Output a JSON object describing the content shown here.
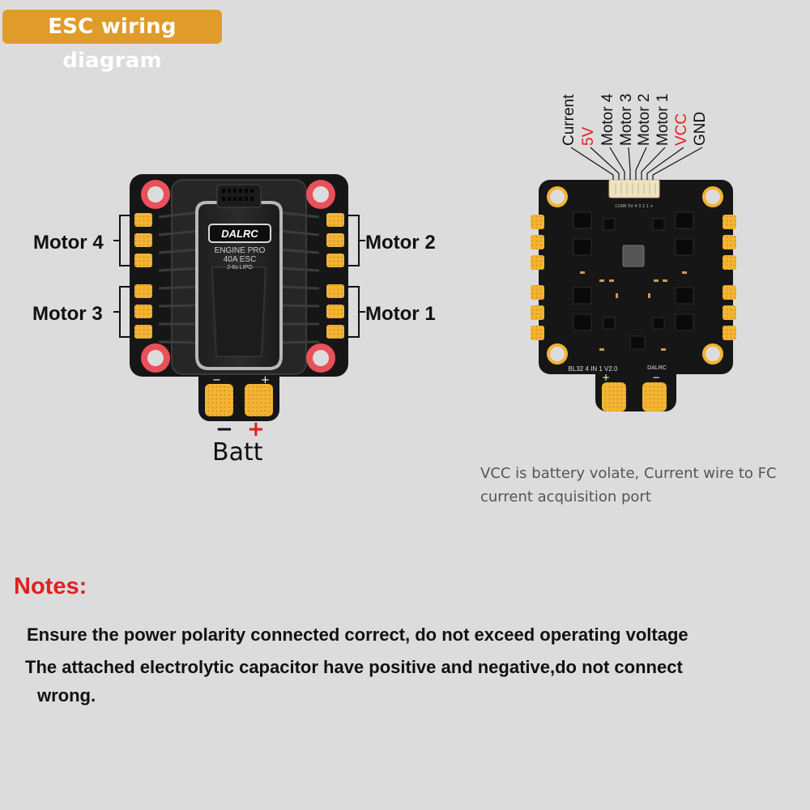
{
  "header": {
    "title": "ESC wiring diagram"
  },
  "esc_left": {
    "motor_labels": {
      "motor4": "Motor 4",
      "motor2": "Motor 2",
      "motor3": "Motor 3",
      "motor1": "Motor 1"
    },
    "logo": "DALRC",
    "product_line1": "ENGINE PRO",
    "product_line2": "40A ESC",
    "product_line3": "2-6s LIPO",
    "pad_minus": "−",
    "pad_plus": "+",
    "minus_symbol": "−",
    "plus_symbol": "+",
    "batt_label": "Batt"
  },
  "esc_right": {
    "pins": [
      {
        "label": "Current",
        "color": "#111111"
      },
      {
        "label": "5V",
        "color": "#e02020"
      },
      {
        "label": "Motor 4",
        "color": "#111111"
      },
      {
        "label": "Motor 3",
        "color": "#111111"
      },
      {
        "label": "Motor 2",
        "color": "#111111"
      },
      {
        "label": "Motor 1",
        "color": "#111111"
      },
      {
        "label": "VCC",
        "color": "#e02020"
      },
      {
        "label": "GND",
        "color": "#111111"
      }
    ],
    "connector_silk": "CURR 5V 4 3 2 1 +",
    "board_label": "BL32 4 IN 1 V2.0",
    "brand": "DALRC",
    "plus_mark": "+",
    "minus_mark": "−"
  },
  "caption": "VCC is battery volate, Current wire to FC current acquisition port",
  "notes": {
    "title": "Notes:",
    "line1": "Ensure the power polarity connected correct, do not exceed operating voltage",
    "line2": "The attached electrolytic capacitor  have positive and negative,do not connect",
    "line3": "wrong."
  },
  "colors": {
    "accent_badge": "#e09c2b",
    "warning_red": "#e02020",
    "pad_gold": "#f2b432",
    "mount_red": "#e8505a"
  }
}
